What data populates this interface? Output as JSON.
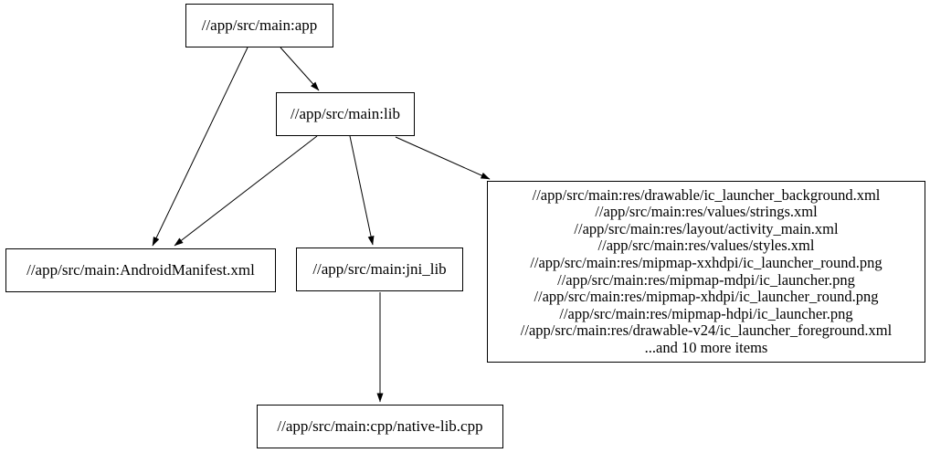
{
  "graph": {
    "colors": {
      "background": "#ffffff",
      "node_border": "#000000",
      "node_fill": "#ffffff",
      "edge": "#000000",
      "text": "#000000"
    },
    "nodes": {
      "app": {
        "label": "//app/src/main:app"
      },
      "lib": {
        "label": "//app/src/main:lib"
      },
      "android_manifest": {
        "label": "//app/src/main:AndroidManifest.xml"
      },
      "jni_lib": {
        "label": "//app/src/main:jni_lib"
      },
      "res_group": {
        "lines": [
          "//app/src/main:res/drawable/ic_launcher_background.xml",
          "//app/src/main:res/values/strings.xml",
          "//app/src/main:res/layout/activity_main.xml",
          "//app/src/main:res/values/styles.xml",
          "//app/src/main:res/mipmap-xxhdpi/ic_launcher_round.png",
          "//app/src/main:res/mipmap-mdpi/ic_launcher.png",
          "//app/src/main:res/mipmap-xhdpi/ic_launcher_round.png",
          "//app/src/main:res/mipmap-hdpi/ic_launcher.png",
          "//app/src/main:res/drawable-v24/ic_launcher_foreground.xml",
          "...and 10 more items"
        ]
      },
      "native_lib_cpp": {
        "label": "//app/src/main:cpp/native-lib.cpp"
      }
    },
    "edges": [
      {
        "from": "app",
        "to": "lib"
      },
      {
        "from": "app",
        "to": "android_manifest"
      },
      {
        "from": "lib",
        "to": "android_manifest"
      },
      {
        "from": "lib",
        "to": "jni_lib"
      },
      {
        "from": "lib",
        "to": "res_group"
      },
      {
        "from": "jni_lib",
        "to": "native_lib_cpp"
      }
    ]
  }
}
